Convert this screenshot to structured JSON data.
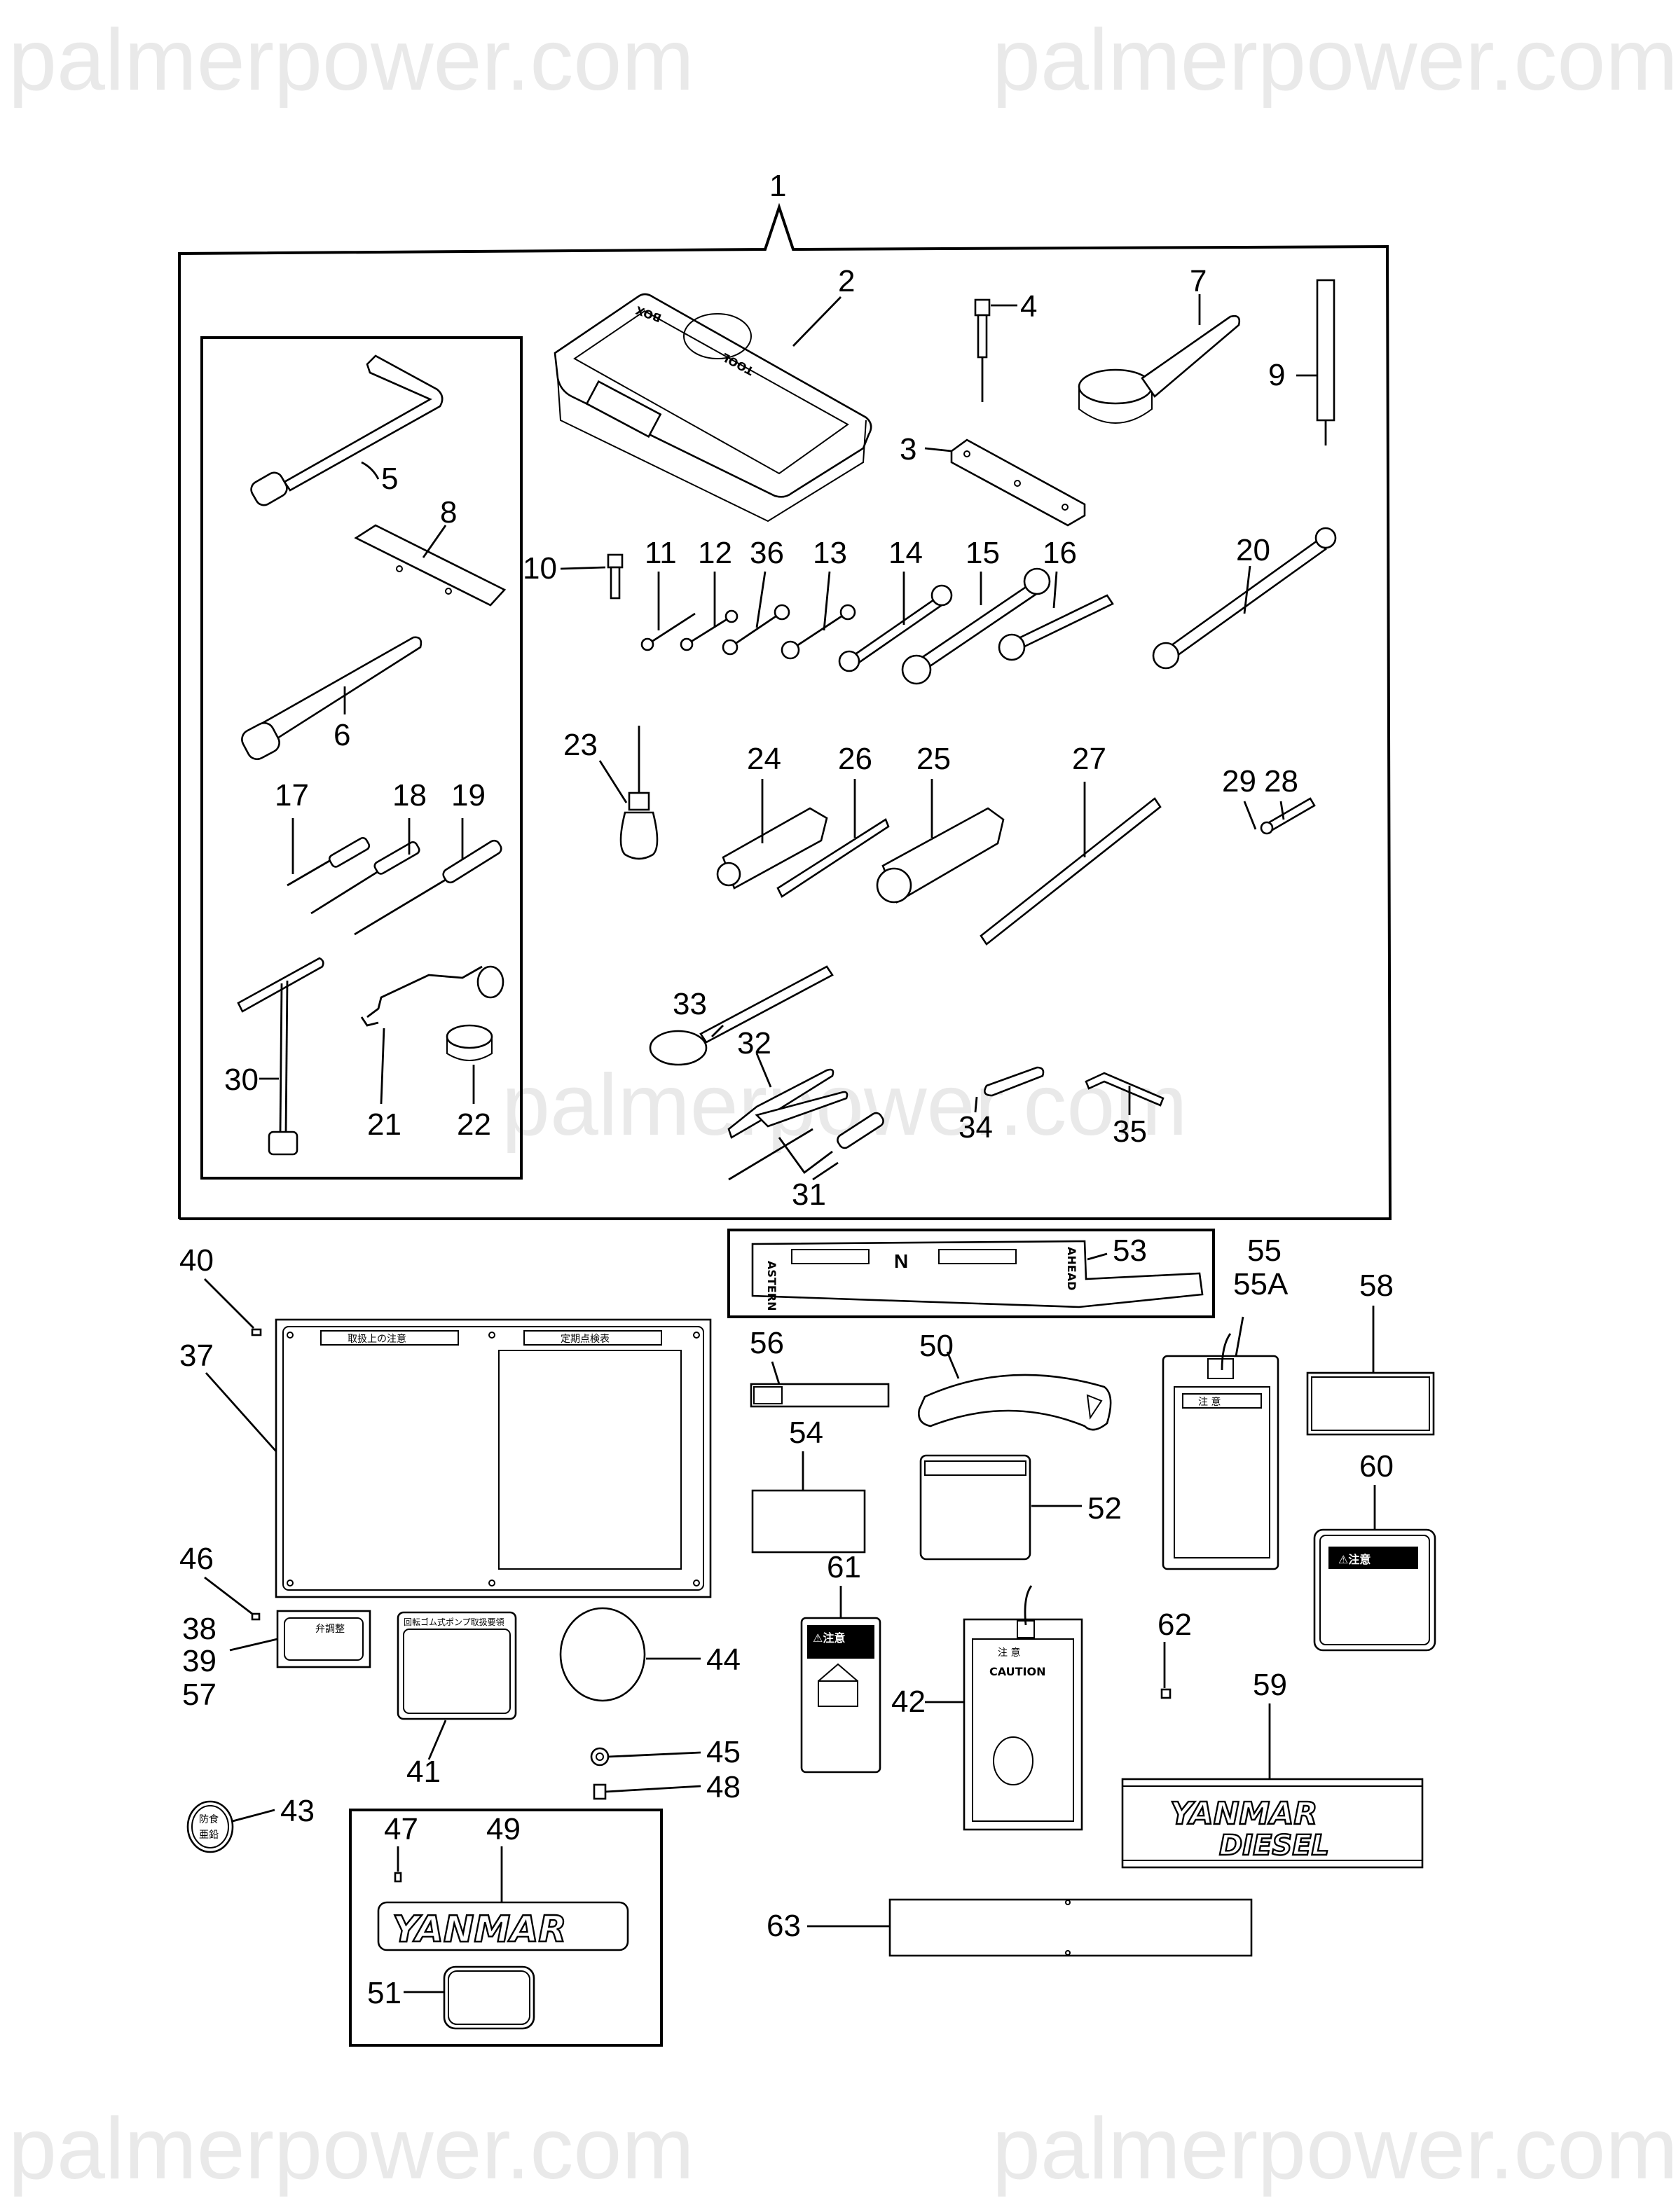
{
  "watermark": {
    "text": "palmerpower.com"
  },
  "diagram": {
    "title": "Tool kit and name plates exploded parts diagram",
    "callouts": {
      "c1": "1",
      "c2": "2",
      "c3": "3",
      "c4": "4",
      "c5": "5",
      "c6": "6",
      "c7": "7",
      "c8": "8",
      "c9": "9",
      "c10": "10",
      "c11": "11",
      "c12": "12",
      "c13": "13",
      "c14": "14",
      "c15": "15",
      "c16": "16",
      "c17": "17",
      "c18": "18",
      "c19": "19",
      "c20": "20",
      "c21": "21",
      "c22": "22",
      "c23": "23",
      "c24": "24",
      "c25": "25",
      "c26": "26",
      "c27": "27",
      "c28": "28",
      "c29": "29",
      "c30": "30",
      "c31": "31",
      "c32": "32",
      "c33": "33",
      "c34": "34",
      "c35": "35",
      "c36": "36",
      "c37": "37",
      "c38": "38",
      "c39": "39",
      "c40": "40",
      "c41": "41",
      "c42": "42",
      "c43": "43",
      "c44": "44",
      "c45": "45",
      "c46": "46",
      "c47": "47",
      "c48": "48",
      "c49": "49",
      "c50": "50",
      "c51": "51",
      "c52": "52",
      "c53": "53",
      "c54": "54",
      "c55": "55",
      "c55a": "55A",
      "c56": "56",
      "c57": "57",
      "c58": "58",
      "c59": "59",
      "c60": "60",
      "c61": "61",
      "c62": "62",
      "c63": "63"
    },
    "toolbox": {
      "text_box": "BOX",
      "text_tool": "TOOL"
    },
    "plate37": {
      "left_header": "取扱上の注意",
      "right_header": "定期点検表"
    },
    "plate38": {
      "header": "弁調整"
    },
    "plate41": {
      "header": "回転ゴム式ポンプ取扱要領"
    },
    "plate43": {
      "line1": "防食",
      "line2": "亜鉛"
    },
    "plate53": {
      "astern": "ASTERN",
      "ahead": "AHEAD",
      "neutral": "N"
    },
    "plate55": {
      "header": "注 意"
    },
    "plate42": {
      "header_jp": "注 意",
      "header_en": "CAUTION"
    },
    "plate60": {
      "header": "⚠注意"
    },
    "plate61": {
      "header": "⚠注意"
    },
    "plate49": {
      "logo": "YANMAR"
    },
    "plate59": {
      "logo_line1": "YANMAR",
      "logo_line2": "DIESEL"
    }
  }
}
